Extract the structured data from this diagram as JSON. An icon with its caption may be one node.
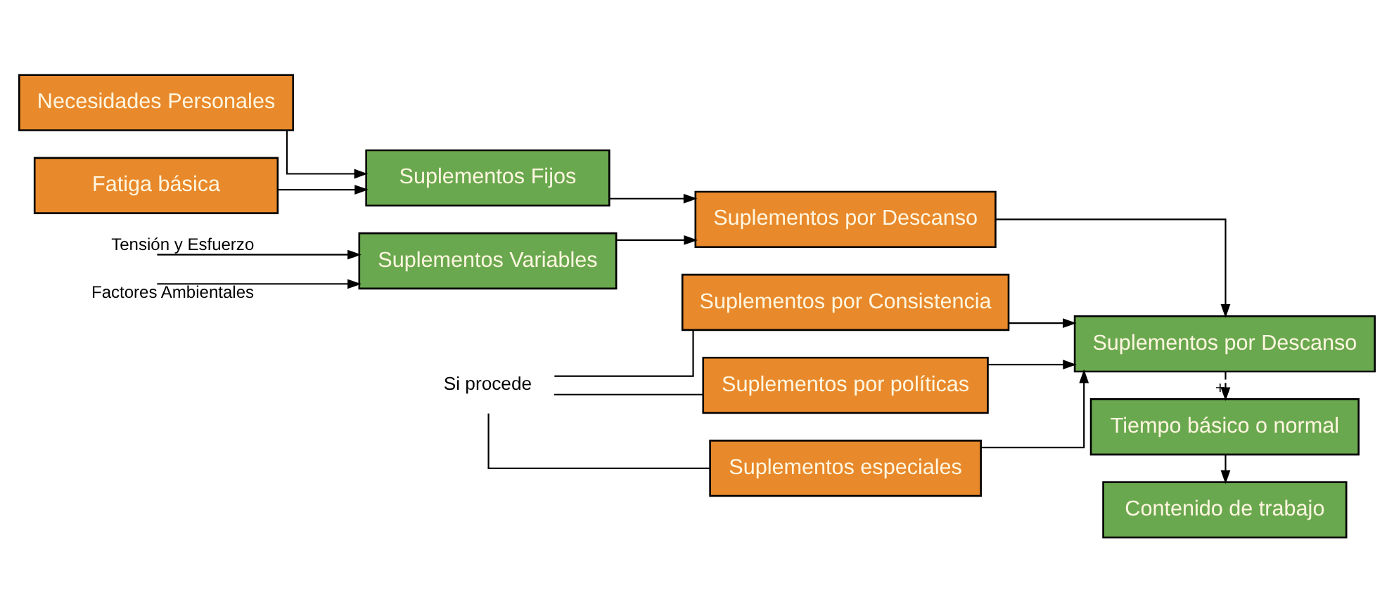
{
  "diagram": {
    "nodes": [
      {
        "text": [
          "Necesidades Personales"
        ]
      },
      {
        "text": [
          "Fatiga básica"
        ]
      },
      {
        "text": [
          "Suplementos Fijos"
        ]
      },
      {
        "text": [
          "Suplementos Variables"
        ]
      },
      {
        "text": [
          "Suplementos por Descanso"
        ]
      },
      {
        "text": [
          "Suplementos por Consistencia"
        ]
      },
      {
        "text": [
          "Suplementos por políticas"
        ]
      },
      {
        "text": [
          "Suplementos especiales"
        ]
      },
      {
        "text": [
          "Suplementos por Descanso"
        ]
      },
      {
        "text": [
          "Tiempo básico o normal"
        ]
      },
      {
        "text": [
          "Contenido de trabajo"
        ]
      },
      {
        "text": [
          "Si procede"
        ]
      }
    ],
    "edges": [
      {
        "from": 0,
        "to": 2,
        "arrow": "to"
      },
      {
        "from": 1,
        "to": 2,
        "arrow": "to"
      },
      {
        "from": 2,
        "to": 4,
        "arrow": "to"
      },
      {
        "from": null,
        "to": 3,
        "arrow": "to",
        "label": "Tensión y Esfuerzo"
      },
      {
        "from": null,
        "to": 3,
        "arrow": "to",
        "label": "Factores Ambientales"
      },
      {
        "from": 3,
        "to": 4,
        "arrow": "to"
      },
      {
        "from": 11,
        "to": 5,
        "arrow": "none"
      },
      {
        "from": 11,
        "to": 6,
        "arrow": "none"
      },
      {
        "from": 11,
        "to": 7,
        "arrow": "none"
      },
      {
        "from": 4,
        "to": 8,
        "arrow": "to"
      },
      {
        "from": 5,
        "to": 8,
        "arrow": "to"
      },
      {
        "from": 6,
        "to": 8,
        "arrow": "to"
      },
      {
        "from": 7,
        "to": 8,
        "arrow": "to"
      },
      {
        "from": 8,
        "to": 9,
        "arrow": "to",
        "label": "+",
        "style": "dashed"
      },
      {
        "from": 9,
        "to": 10,
        "arrow": "to"
      }
    ]
  }
}
